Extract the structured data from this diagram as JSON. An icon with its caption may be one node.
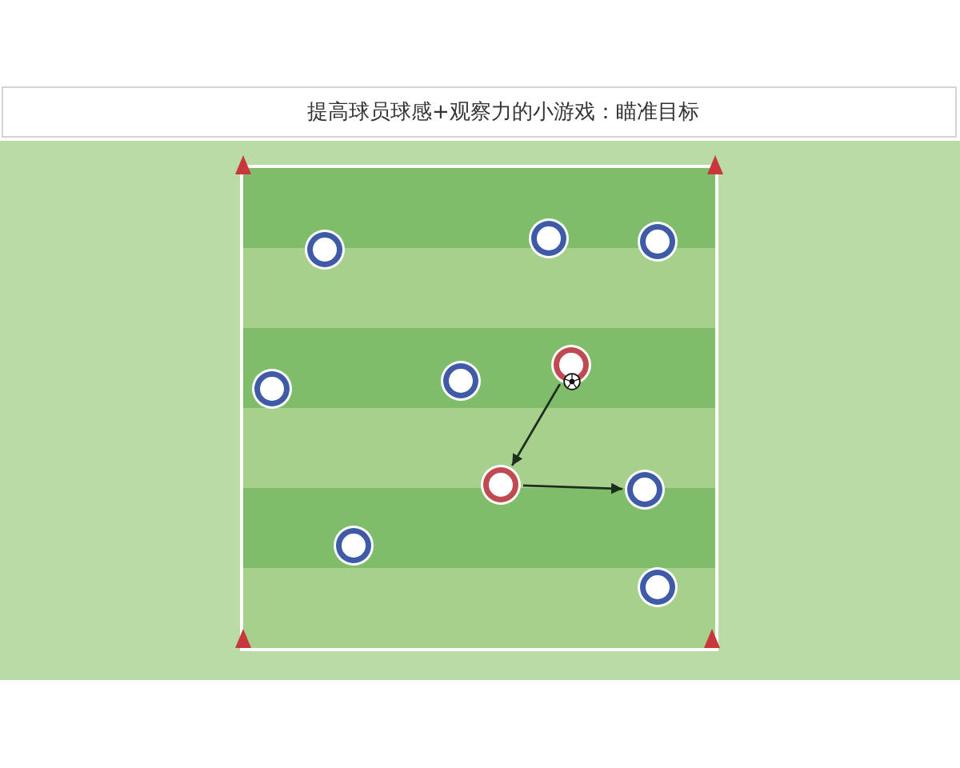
{
  "diagram": {
    "title": "提高球员球感+观察力的小游戏：瞄准目标",
    "nodes": [
      {
        "text": [],
        "shape": "circle"
      },
      {
        "text": [],
        "shape": "circle"
      },
      {
        "text": [],
        "shape": "circle"
      },
      {
        "text": [],
        "shape": "circle"
      },
      {
        "text": [],
        "shape": "circle"
      },
      {
        "text": [],
        "shape": "circle"
      },
      {
        "text": [],
        "shape": "circle"
      },
      {
        "text": [],
        "shape": "circle"
      },
      {
        "text": [],
        "shape": "circle"
      },
      {
        "text": [],
        "shape": "circle"
      }
    ],
    "edges": [
      {
        "from": 5,
        "to": 6,
        "arrow": "to"
      },
      {
        "from": 6,
        "to": 7,
        "arrow": "to"
      }
    ]
  }
}
